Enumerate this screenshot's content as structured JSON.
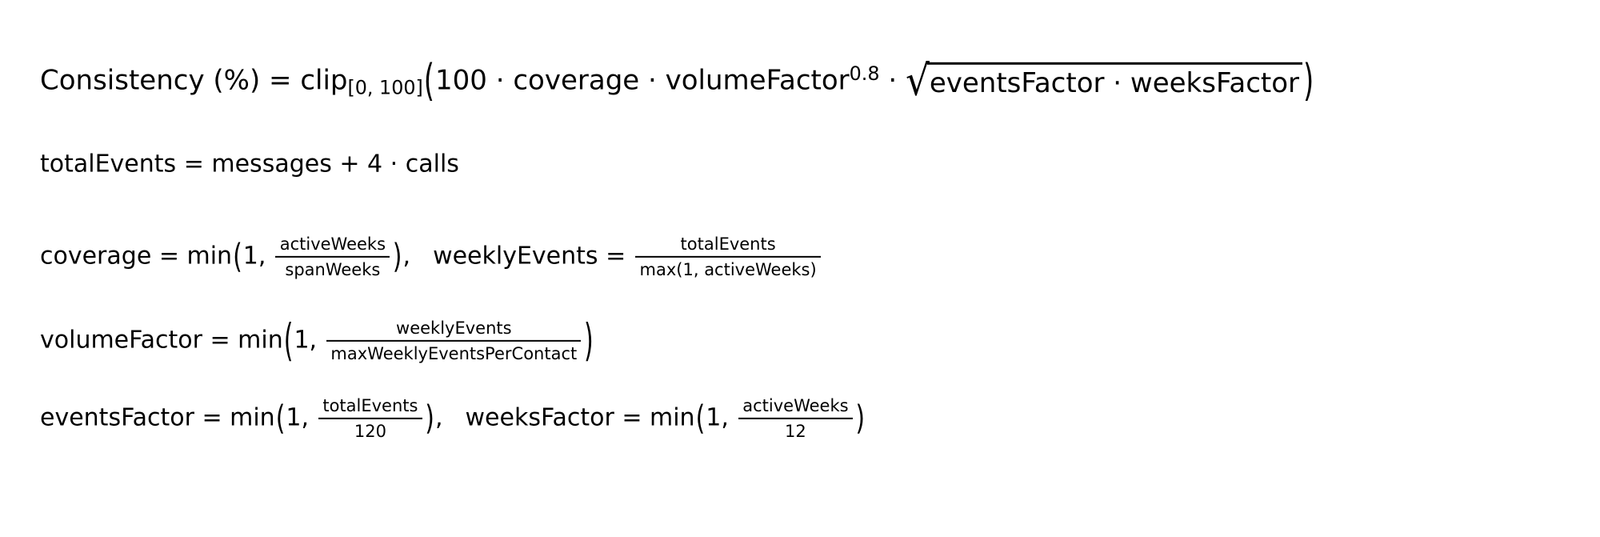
{
  "canvas": {
    "background": "#ffffff",
    "text_color": "#000000"
  },
  "formulas": {
    "consistency": {
      "lead": "Consistency (%) = clip",
      "clip_range": "[0, 100]",
      "open_paren": "(",
      "factors": "100 · coverage · volumeFactor",
      "exponent": "0.8",
      "times": " · ",
      "radical_symbol": "√",
      "radicand": "eventsFactor · weeksFactor",
      "close_paren": ")"
    },
    "total_events": {
      "expression": "totalEvents = messages + 4 · calls"
    },
    "coverage": {
      "lead": "coverage = min",
      "open_paren": "(",
      "arg_one": "1, ",
      "frac": {
        "num": "activeWeeks",
        "den": "spanWeeks"
      },
      "close_paren": ")",
      "comma": ","
    },
    "weekly_events": {
      "lead": "weeklyEvents = ",
      "frac": {
        "num": "totalEvents",
        "den": "max(1, activeWeeks)"
      }
    },
    "volume_factor": {
      "lead": "volumeFactor = min",
      "open_paren": "(",
      "arg_one": "1, ",
      "frac": {
        "num": "weeklyEvents",
        "den": "maxWeeklyEventsPerContact"
      },
      "close_paren": ")"
    },
    "events_factor": {
      "lead": "eventsFactor = min",
      "open_paren": "(",
      "arg_one": "1, ",
      "frac": {
        "num": "totalEvents",
        "den": "120"
      },
      "close_paren": ")",
      "comma": ","
    },
    "weeks_factor": {
      "lead": "weeksFactor = min",
      "open_paren": "(",
      "arg_one": "1, ",
      "frac": {
        "num": "activeWeeks",
        "den": "12"
      },
      "close_paren": ")"
    }
  }
}
